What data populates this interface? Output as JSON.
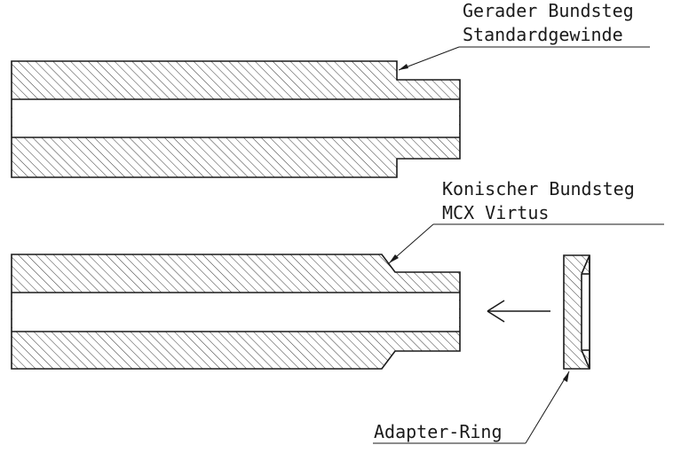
{
  "labels": {
    "straight_collar_line1": "Gerader Bundsteg",
    "straight_collar_line2": "Standardgewinde",
    "conical_collar_line1": "Konischer Bundsteg",
    "conical_collar_line2": "MCX Virtus",
    "adapter_ring": "Adapter-Ring"
  }
}
